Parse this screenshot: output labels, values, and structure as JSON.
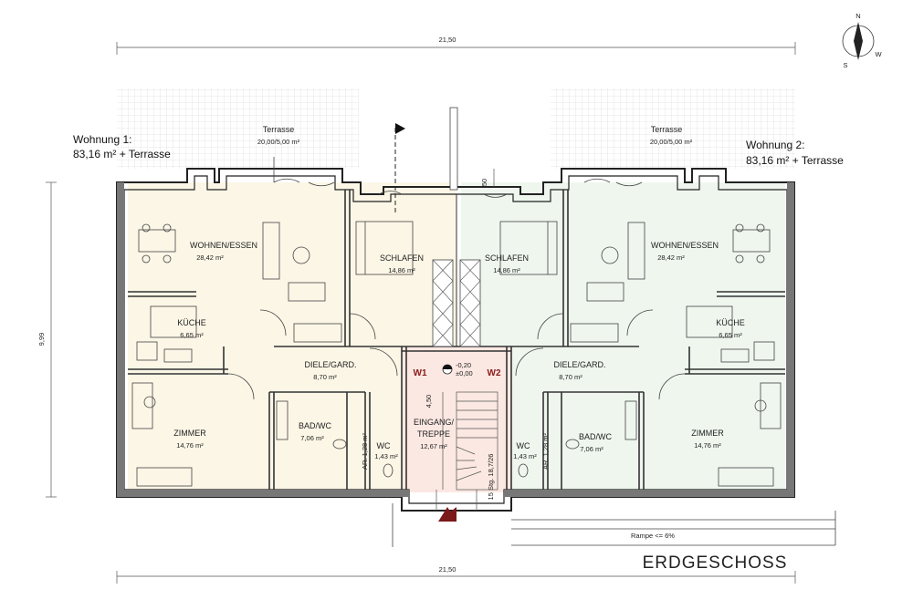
{
  "plan_title": "ERDGESCHOSS",
  "dimensions": {
    "top_width": "21,50",
    "bottom_width": "21,50",
    "left_height": "9,99",
    "stair_depth": "4,50",
    "chimney_offset": "50",
    "ramp": "Rampe <= 6%",
    "stair_spec": "15 Stg. 18,7/26",
    "level_top": "-0,20",
    "level_bottom": "±0,00",
    "ar_width_left": "AR. 1,28 m²",
    "ar_width_right": "AR. 1,28 m²"
  },
  "apartments": {
    "w1": {
      "tag": "W1",
      "heading": "Wohnung 1:",
      "area": "83,16 m² + Terrasse",
      "color": "#fbf6e6"
    },
    "w2": {
      "tag": "W2",
      "heading": "Wohnung 2:",
      "area": "83,16 m² + Terrasse",
      "color": "#eef6ee"
    }
  },
  "stair_color": "#fbe8e2",
  "rooms": {
    "w1_terrasse": {
      "name": "Terrasse",
      "area": "20,00/5,00 m²"
    },
    "w1_wohnen": {
      "name": "WOHNEN/ESSEN",
      "area": "28,42 m²"
    },
    "w1_schlafen": {
      "name": "SCHLAFEN",
      "area": "14,86 m²"
    },
    "w1_kueche": {
      "name": "KÜCHE",
      "area": "6,65 m²"
    },
    "w1_diele": {
      "name": "DIELE/GARD.",
      "area": "8,70 m²"
    },
    "w1_zimmer": {
      "name": "ZIMMER",
      "area": "14,76 m²"
    },
    "w1_bad": {
      "name": "BAD/WC",
      "area": "7,06 m²"
    },
    "w1_wc": {
      "name": "WC",
      "area": "1,43 m²"
    },
    "eingang": {
      "name": "EINGANG/",
      "name2": "TREPPE",
      "area": "12,67 m²"
    },
    "w2_terrasse": {
      "name": "Terrasse",
      "area": "20,00/5,00 m²"
    },
    "w2_wohnen": {
      "name": "WOHNEN/ESSEN",
      "area": "28,42 m²"
    },
    "w2_schlafen": {
      "name": "SCHLAFEN",
      "area": "14,86 m²"
    },
    "w2_kueche": {
      "name": "KÜCHE",
      "area": "6,65 m²"
    },
    "w2_diele": {
      "name": "DIELE/GARD.",
      "area": "8,70 m²"
    },
    "w2_zimmer": {
      "name": "ZIMMER",
      "area": "14,76 m²"
    },
    "w2_bad": {
      "name": "BAD/WC",
      "area": "7,06 m²"
    },
    "w2_wc": {
      "name": "WC",
      "area": "1,43 m²"
    }
  },
  "compass": {
    "n": "N",
    "w": "W",
    "s": "S"
  },
  "icons": {
    "compass": "north-arrow-icon",
    "entrance": "entrance-triangle-icon",
    "section_flag": "section-marker-icon"
  }
}
